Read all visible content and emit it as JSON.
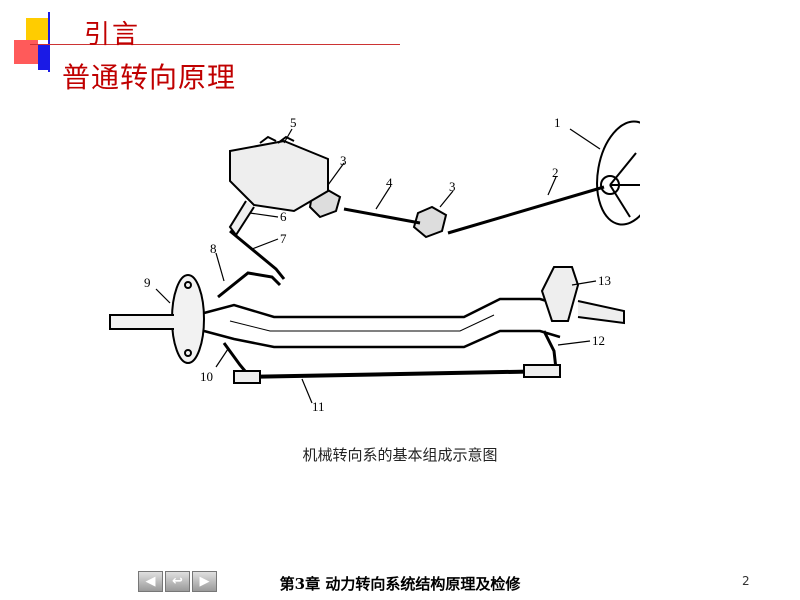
{
  "slide": {
    "title": "引言",
    "subtitle": "普通转向原理",
    "caption": "机械转向系的基本组成示意图",
    "footer": "第3章 动力转向系统结构原理及检修",
    "page_number": "2"
  },
  "diagram_labels": [
    "1",
    "2",
    "3",
    "4",
    "3",
    "5",
    "6",
    "7",
    "8",
    "9",
    "10",
    "11",
    "12",
    "13"
  ],
  "nav": {
    "prev_icon": "arrow-left-icon",
    "return_icon": "return-icon",
    "next_icon": "arrow-right-icon"
  },
  "colors": {
    "title": "#c00000",
    "accent_yellow": "#ffcc00",
    "accent_red": "#ff5a5a",
    "accent_blue": "#1a1ae6"
  }
}
